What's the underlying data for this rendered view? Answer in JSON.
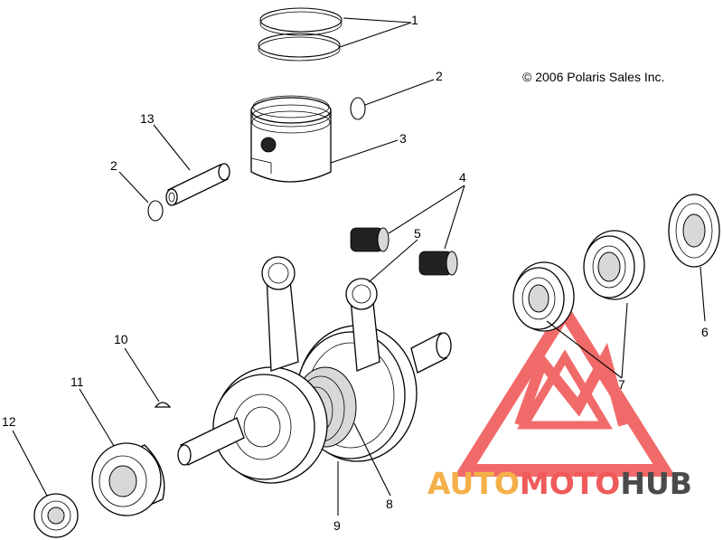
{
  "copyright": "© 2006 Polaris Sales Inc.",
  "watermark": {
    "part1": "AUTOMOTO",
    "part2": "HUB",
    "color_red": "#f05a5a",
    "color_orange": "#f5b04a",
    "color_grey": "#4a4a4a"
  },
  "callouts": [
    {
      "label": "1"
    },
    {
      "label": "2"
    },
    {
      "label": "3"
    },
    {
      "label": "13"
    },
    {
      "label": "2"
    },
    {
      "label": "4"
    },
    {
      "label": "5"
    },
    {
      "label": "6"
    },
    {
      "label": "7"
    },
    {
      "label": "10"
    },
    {
      "label": "11"
    },
    {
      "label": "12"
    },
    {
      "label": "9"
    },
    {
      "label": "8"
    }
  ]
}
